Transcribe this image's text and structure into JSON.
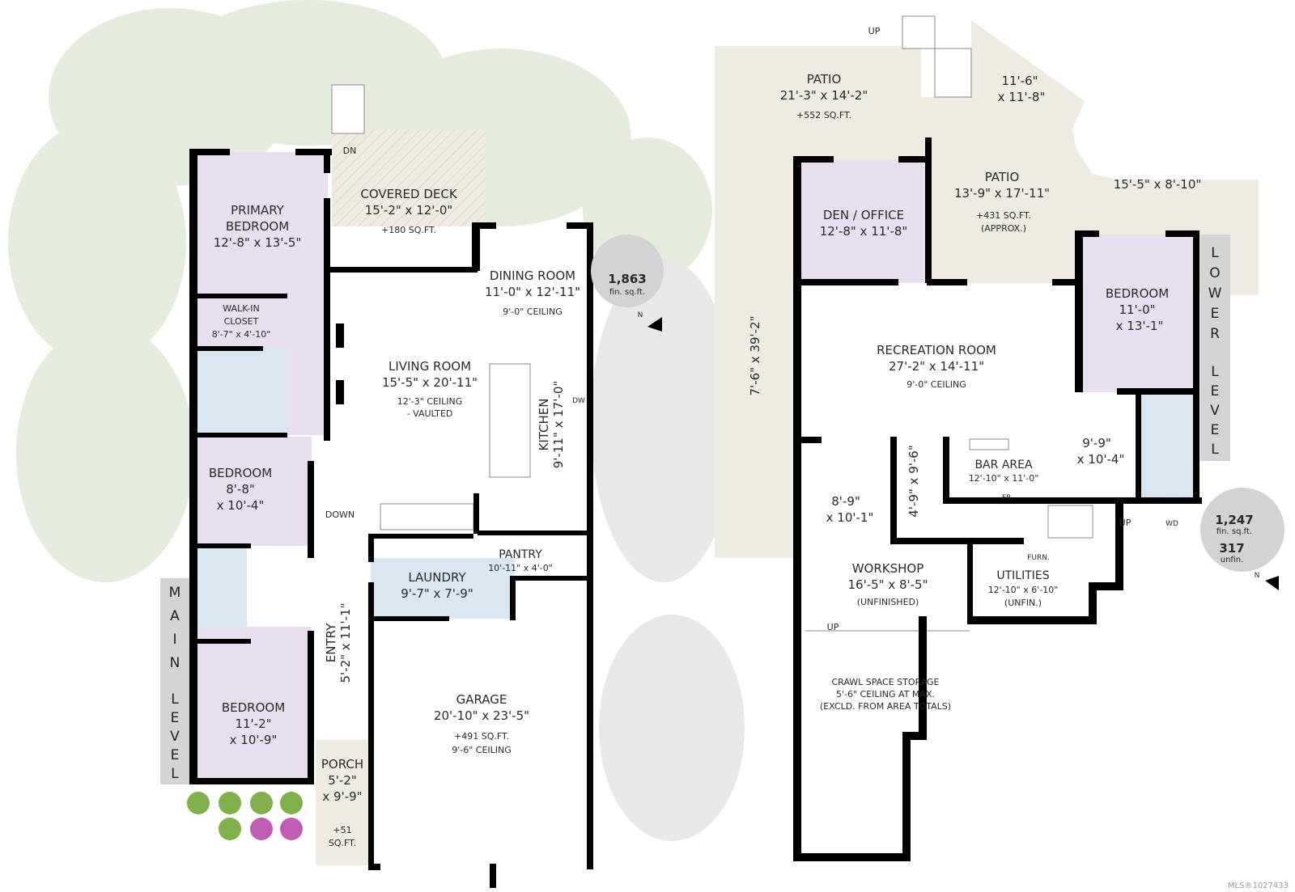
{
  "colors": {
    "bedroom": "#e7dff0",
    "bath": "#d8e7f1",
    "outdoor": "#eeece0",
    "wall": "#000000",
    "level_bar": "#d4d4d4",
    "area_badge": "#d3d3d3",
    "foliage": "#dfe7d6"
  },
  "main_level": {
    "label": "MAIN LEVEL",
    "label_letters": [
      "M",
      "A",
      "I",
      "N",
      "L",
      "E",
      "V",
      "E",
      "L"
    ],
    "area": {
      "value": "1,863",
      "unit": "fin. sq.ft."
    },
    "north_label": "N",
    "rooms": {
      "covered_deck": {
        "name": "COVERED DECK",
        "dims": "15'-2\" x 12'-0\"",
        "note": "+180 SQ.FT."
      },
      "deck_stairs": {
        "label": "DN"
      },
      "primary_bedroom": {
        "name1": "PRIMARY",
        "name2": "BEDROOM",
        "dims": "12'-8\" x 13'-5\""
      },
      "walk_in_closet": {
        "name1": "WALK-IN",
        "name2": "CLOSET",
        "dims": "8'-7\" x 4'-10\""
      },
      "dining_room": {
        "name": "DINING ROOM",
        "dims": "11'-0\" x 12'-11\"",
        "note": "9'-0\" CEILING"
      },
      "living_room": {
        "name": "LIVING ROOM",
        "dims": "15'-5\" x 20'-11\"",
        "note1": "12'-3\" CEILING",
        "note2": "- VAULTED"
      },
      "kitchen": {
        "name": "KITCHEN",
        "dims": "9'-11\" x 17'-0\"",
        "appliance": "DW"
      },
      "bedroom_2": {
        "name": "BEDROOM",
        "dims1": "8'-8\"",
        "dims2": "x 10'-4\""
      },
      "stairs": {
        "label": "DOWN"
      },
      "pantry": {
        "name": "PANTRY",
        "dims": "10'-11\" x 4'-0\""
      },
      "laundry": {
        "name": "LAUNDRY",
        "dims": "9'-7\" x 7'-9\""
      },
      "entry": {
        "name": "ENTRY",
        "dims": "5'-2\" x 11'-1\""
      },
      "bedroom_3": {
        "name": "BEDROOM",
        "dims1": "11'-2\"",
        "dims2": "x 10'-9\""
      },
      "porch": {
        "name": "PORCH",
        "dims1": "5'-2\"",
        "dims2": "x 9'-9\"",
        "note1": "+51",
        "note2": "SQ.FT."
      },
      "garage": {
        "name": "GARAGE",
        "dims": "20'-10\" x 23'-5\"",
        "note1": "+491 SQ.FT.",
        "note2": "9'-6\" CEILING"
      }
    }
  },
  "lower_level": {
    "label": "LOWER LEVEL",
    "label_letters": [
      "L",
      "O",
      "W",
      "E",
      "R",
      "L",
      "E",
      "V",
      "E",
      "L"
    ],
    "area": {
      "finished_value": "1,247",
      "finished_unit": "fin. sq.ft.",
      "unfinished_value": "317",
      "unfinished_unit": "unfin."
    },
    "north_label": "N",
    "rooms": {
      "patio_1": {
        "name": "PATIO",
        "dims": "21'-3\" x 14'-2\"",
        "note": "+552 SQ.FT."
      },
      "patio_stairs": {
        "label": "UP"
      },
      "patio_corner": {
        "dims1": "11'-6\"",
        "dims2": "x 11'-8\""
      },
      "patio_2": {
        "name": "PATIO",
        "dims": "13'-9\" x 17'-11\"",
        "note1": "+431 SQ.FT.",
        "note2": "(APPROX.)"
      },
      "patio_east": {
        "dims": "15'-5\" x 8'-10\""
      },
      "patio_side": {
        "dims": "7'-6\" x 39'-2\""
      },
      "den_office": {
        "name": "DEN / OFFICE",
        "dims": "12'-8\" x 11'-8\""
      },
      "recreation_room": {
        "name": "RECREATION ROOM",
        "dims": "27'-2\" x 14'-11\"",
        "note": "9'-0\" CEILING"
      },
      "bedroom": {
        "name": "BEDROOM",
        "dims1": "11'-0\"",
        "dims2": "x 13'-1\""
      },
      "nook": {
        "dims1": "9'-9\"",
        "dims2": "x 10'-4\""
      },
      "bar_area": {
        "name": "BAR AREA",
        "dims": "12'-10\" x 11'-0\"",
        "appliance": "FR."
      },
      "hall": {
        "dims": "4'-9\" x 9'-6\""
      },
      "flex_room": {
        "dims1": "8'-9\"",
        "dims2": "x 10'-1\""
      },
      "stairs": {
        "label": "UP"
      },
      "laundry_closet": {
        "appliance": "WD"
      },
      "workshop": {
        "name": "WORKSHOP",
        "dims": "16'-5\" x 8'-5\"",
        "note": "(UNFINISHED)"
      },
      "utilities": {
        "name": "UTILITIES",
        "dims": "12'-10\" x 6'-10\"",
        "note": "(UNFIN.)",
        "appliance": "FURN."
      },
      "crawl_space": {
        "label": "UP",
        "line1": "CRAWL SPACE STORAGE",
        "line2": "5'-6\" CEILING AT MAX.",
        "line3": "(EXCLD. FROM AREA TOTALS)"
      }
    }
  },
  "watermark": "MLS®1027433"
}
